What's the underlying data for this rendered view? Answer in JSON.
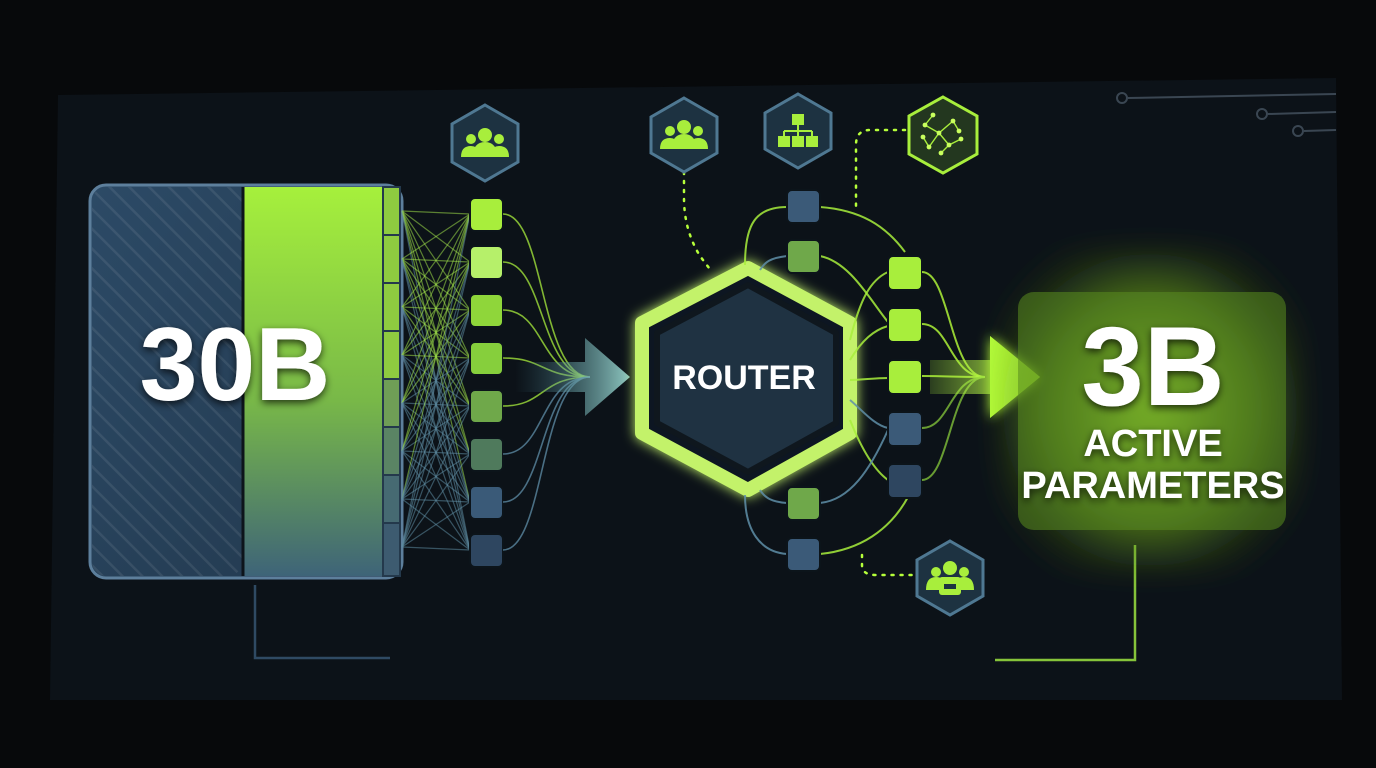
{
  "diagram": {
    "total_label": "30B",
    "router_label": "ROUTER",
    "active_value": "3B",
    "active_line1": "ACTIVE",
    "active_line2": "PARAMETERS"
  },
  "icons": [
    {
      "name": "group-icon"
    },
    {
      "name": "group-icon"
    },
    {
      "name": "hierarchy-icon"
    },
    {
      "name": "neural-network-icon"
    },
    {
      "name": "team-icon"
    }
  ],
  "colors": {
    "background": "#0b1016",
    "panel": "#0f161d",
    "accent_green": "#a8ee3c",
    "slate_blue": "#3b5a78",
    "dark_blue": "#25384c"
  }
}
